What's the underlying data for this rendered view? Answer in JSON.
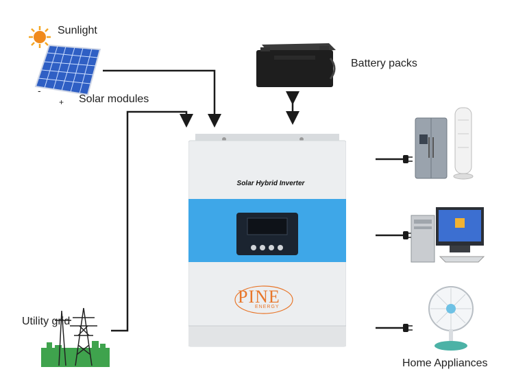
{
  "labels": {
    "sunlight": "Sunlight",
    "solar_modules": "Solar modules",
    "battery_packs": "Battery packs",
    "utility_grid": "Utility grid",
    "home_appliances": "Home Appliances",
    "minus": "-",
    "plus": "+"
  },
  "inverter": {
    "title": "Solar Hybrid Inverter",
    "brand": "PINE",
    "brand_sub": "ENERGY"
  },
  "colors": {
    "wire": "#1a1a1a",
    "inverter_body": "#eceef0",
    "inverter_band": "#3ea7e8",
    "brand": "#e8762a",
    "sun": "#f5a623",
    "panel": "#2f5fc4"
  },
  "icons": [
    "sun-icon",
    "solar-panel-icon",
    "battery-icon",
    "power-tower-icon",
    "fridge-icon",
    "tower-fan-icon",
    "computer-icon",
    "desk-fan-icon",
    "plug-icon"
  ]
}
